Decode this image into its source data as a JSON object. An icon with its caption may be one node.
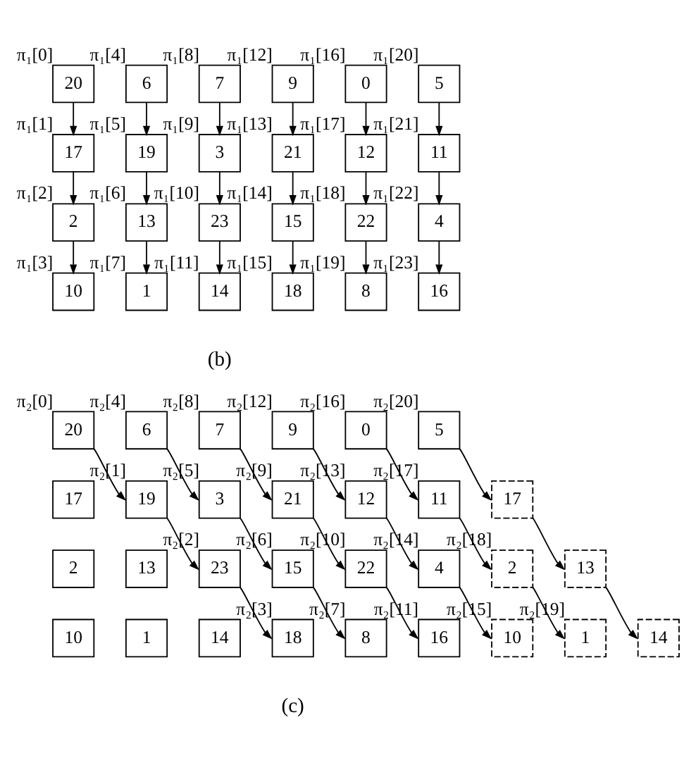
{
  "diagram": {
    "nodes": [
      {
        "text": [
          "20"
        ],
        "beside": [
          "π₁[0]"
        ]
      },
      {
        "text": [
          "6"
        ],
        "beside": [
          "π₁[4]"
        ]
      },
      {
        "text": [
          "7"
        ],
        "beside": [
          "π₁[8]"
        ]
      },
      {
        "text": [
          "9"
        ],
        "beside": [
          "π₁[12]"
        ]
      },
      {
        "text": [
          "0"
        ],
        "beside": [
          "π₁[16]"
        ]
      },
      {
        "text": [
          "5"
        ],
        "beside": [
          "π₁[20]"
        ]
      },
      {
        "text": [
          "17"
        ],
        "beside": [
          "π₁[1]"
        ]
      },
      {
        "text": [
          "19"
        ],
        "beside": [
          "π₁[5]"
        ]
      },
      {
        "text": [
          "3"
        ],
        "beside": [
          "π₁[9]"
        ]
      },
      {
        "text": [
          "21"
        ],
        "beside": [
          "π₁[13]"
        ]
      },
      {
        "text": [
          "12"
        ],
        "beside": [
          "π₁[17]"
        ]
      },
      {
        "text": [
          "11"
        ],
        "beside": [
          "π₁[21]"
        ]
      },
      {
        "text": [
          "2"
        ],
        "beside": [
          "π₁[2]"
        ]
      },
      {
        "text": [
          "13"
        ],
        "beside": [
          "π₁[6]"
        ]
      },
      {
        "text": [
          "23"
        ],
        "beside": [
          "π₁[10]"
        ]
      },
      {
        "text": [
          "15"
        ],
        "beside": [
          "π₁[14]"
        ]
      },
      {
        "text": [
          "22"
        ],
        "beside": [
          "π₁[18]"
        ]
      },
      {
        "text": [
          "4"
        ],
        "beside": [
          "π₁[22]"
        ]
      },
      {
        "text": [
          "10"
        ],
        "beside": [
          "π₁[3]"
        ]
      },
      {
        "text": [
          "1"
        ],
        "beside": [
          "π₁[7]"
        ]
      },
      {
        "text": [
          "14"
        ],
        "beside": [
          "π₁[11]"
        ]
      },
      {
        "text": [
          "18"
        ],
        "beside": [
          "π₁[15]"
        ]
      },
      {
        "text": [
          "8"
        ],
        "beside": [
          "π₁[19]"
        ]
      },
      {
        "text": [
          "16"
        ],
        "beside": [
          "π₁[23]"
        ]
      },
      {
        "text": [
          "20"
        ],
        "beside": [
          "π₂[0]"
        ]
      },
      {
        "text": [
          "6"
        ],
        "beside": [
          "π₂[4]"
        ]
      },
      {
        "text": [
          "7"
        ],
        "beside": [
          "π₂[8]"
        ]
      },
      {
        "text": [
          "9"
        ],
        "beside": [
          "π₂[12]"
        ]
      },
      {
        "text": [
          "0"
        ],
        "beside": [
          "π₂[16]"
        ]
      },
      {
        "text": [
          "5"
        ],
        "beside": [
          "π₂[20]"
        ]
      },
      {
        "text": [
          "17"
        ]
      },
      {
        "text": [
          "19"
        ],
        "beside": [
          "π₂[1]"
        ]
      },
      {
        "text": [
          "3"
        ],
        "beside": [
          "π₂[5]"
        ]
      },
      {
        "text": [
          "21"
        ],
        "beside": [
          "π₂[9]"
        ]
      },
      {
        "text": [
          "12"
        ],
        "beside": [
          "π₂[13]"
        ]
      },
      {
        "text": [
          "11"
        ],
        "beside": [
          "π₂[17]"
        ]
      },
      {
        "text": [
          "17"
        ]
      },
      {
        "text": [
          "2"
        ]
      },
      {
        "text": [
          "13"
        ]
      },
      {
        "text": [
          "23"
        ],
        "beside": [
          "π₂[2]"
        ]
      },
      {
        "text": [
          "15"
        ],
        "beside": [
          "π₂[6]"
        ]
      },
      {
        "text": [
          "22"
        ],
        "beside": [
          "π₂[10]"
        ]
      },
      {
        "text": [
          "4"
        ],
        "beside": [
          "π₂[14]"
        ]
      },
      {
        "text": [
          "2"
        ],
        "beside": [
          "π₂[18]"
        ]
      },
      {
        "text": [
          "13"
        ]
      },
      {
        "text": [
          "10"
        ]
      },
      {
        "text": [
          "1"
        ]
      },
      {
        "text": [
          "14"
        ]
      },
      {
        "text": [
          "18"
        ],
        "beside": [
          "π₂[3]"
        ]
      },
      {
        "text": [
          "8"
        ],
        "beside": [
          "π₂[7]"
        ]
      },
      {
        "text": [
          "16"
        ],
        "beside": [
          "π₂[11]"
        ]
      },
      {
        "text": [
          "10"
        ],
        "beside": [
          "π₂[15]"
        ]
      },
      {
        "text": [
          "1"
        ],
        "beside": [
          "π₂[19]"
        ]
      },
      {
        "text": [
          "14"
        ]
      }
    ],
    "edges": [
      {
        "from": 0,
        "to": 6,
        "arrow": "to"
      },
      {
        "from": 1,
        "to": 7,
        "arrow": "to"
      },
      {
        "from": 2,
        "to": 8,
        "arrow": "to"
      },
      {
        "from": 3,
        "to": 9,
        "arrow": "to"
      },
      {
        "from": 4,
        "to": 10,
        "arrow": "to"
      },
      {
        "from": 5,
        "to": 11,
        "arrow": "to"
      },
      {
        "from": 6,
        "to": 12,
        "arrow": "to"
      },
      {
        "from": 7,
        "to": 13,
        "arrow": "to"
      },
      {
        "from": 8,
        "to": 14,
        "arrow": "to"
      },
      {
        "from": 9,
        "to": 15,
        "arrow": "to"
      },
      {
        "from": 10,
        "to": 16,
        "arrow": "to"
      },
      {
        "from": 11,
        "to": 17,
        "arrow": "to"
      },
      {
        "from": 12,
        "to": 18,
        "arrow": "to"
      },
      {
        "from": 13,
        "to": 19,
        "arrow": "to"
      },
      {
        "from": 14,
        "to": 20,
        "arrow": "to"
      },
      {
        "from": 15,
        "to": 21,
        "arrow": "to"
      },
      {
        "from": 16,
        "to": 22,
        "arrow": "to"
      },
      {
        "from": 17,
        "to": 23,
        "arrow": "to"
      },
      {
        "from": 24,
        "to": 31,
        "arrow": "to"
      },
      {
        "from": 31,
        "to": 39,
        "arrow": "to"
      },
      {
        "from": 39,
        "to": 48,
        "arrow": "to"
      },
      {
        "from": 25,
        "to": 32,
        "arrow": "to"
      },
      {
        "from": 32,
        "to": 40,
        "arrow": "to"
      },
      {
        "from": 40,
        "to": 49,
        "arrow": "to"
      },
      {
        "from": 26,
        "to": 33,
        "arrow": "to"
      },
      {
        "from": 33,
        "to": 41,
        "arrow": "to"
      },
      {
        "from": 41,
        "to": 50,
        "arrow": "to"
      },
      {
        "from": 27,
        "to": 34,
        "arrow": "to"
      },
      {
        "from": 34,
        "to": 42,
        "arrow": "to"
      },
      {
        "from": 42,
        "to": 51,
        "arrow": "to"
      },
      {
        "from": 28,
        "to": 35,
        "arrow": "to"
      },
      {
        "from": 35,
        "to": 43,
        "arrow": "to"
      },
      {
        "from": 43,
        "to": 52,
        "arrow": "to"
      },
      {
        "from": 29,
        "to": 36,
        "arrow": "to"
      },
      {
        "from": 36,
        "to": 44,
        "arrow": "to"
      },
      {
        "from": 44,
        "to": 53,
        "arrow": "to"
      }
    ],
    "labels": [
      "(b)",
      "(c)"
    ]
  }
}
